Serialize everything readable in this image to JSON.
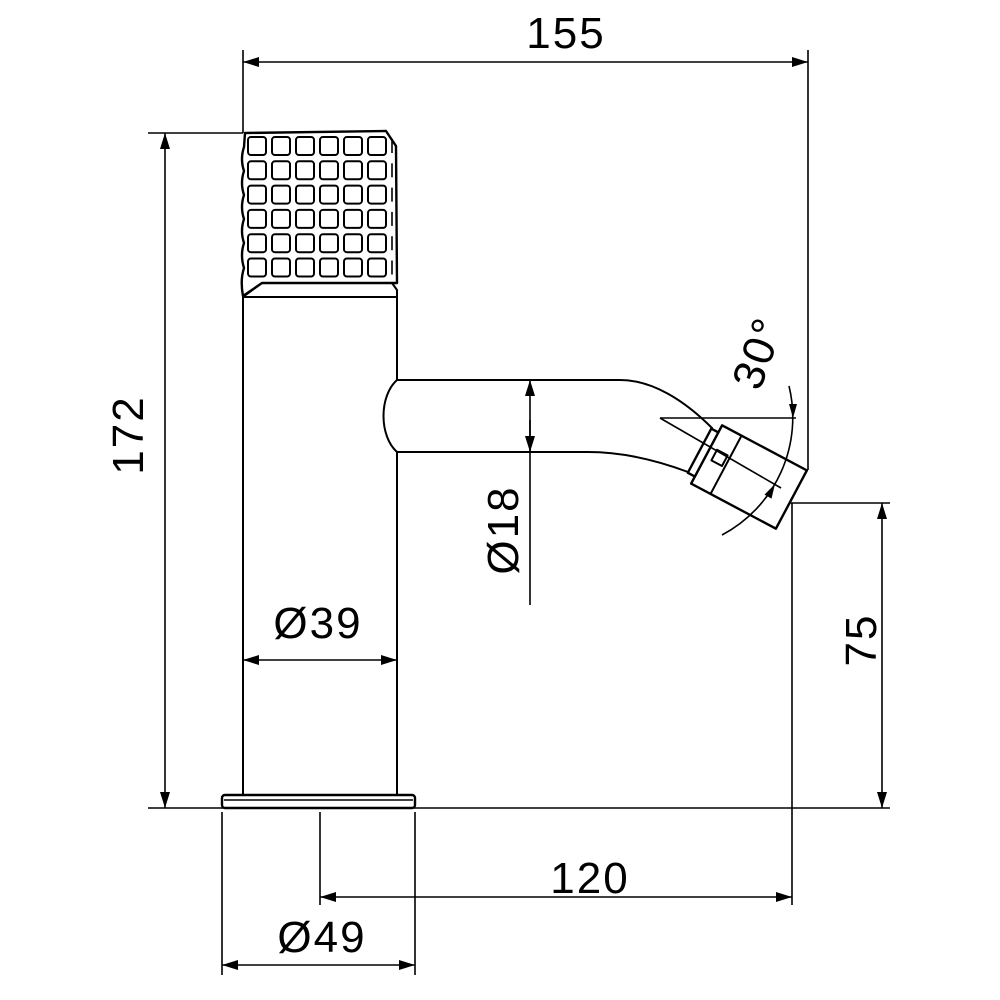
{
  "labels": {
    "width_total": "155",
    "height_total": "172",
    "spout_diameter": "Ø18",
    "spout_angle": "30°",
    "body_diameter": "Ø39",
    "outlet_height": "75",
    "spout_reach": "120",
    "base_diameter": "Ø49"
  }
}
